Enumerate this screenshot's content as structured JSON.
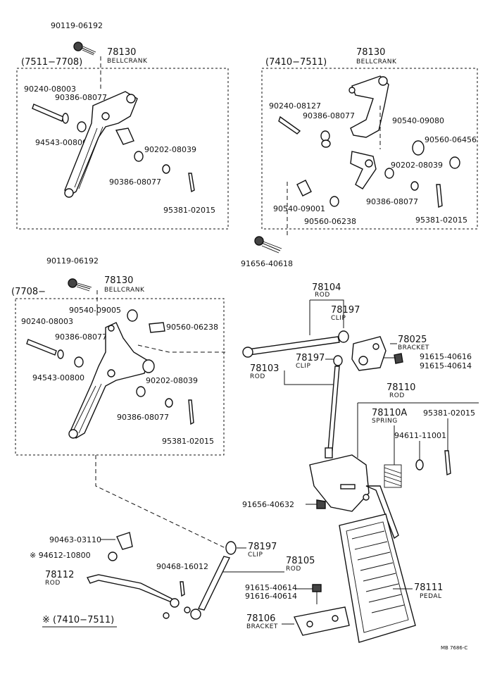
{
  "groups": {
    "g1_range": "(7511−7708)",
    "g2_range": "(7410−7511)",
    "g3_range": "(7708−",
    "note_range": "※ (7410−7511)"
  },
  "labels": {
    "a1": "90119-06192",
    "a2_no": "78130",
    "a2_name": "BELLCRANK",
    "a3": "90240-08003",
    "a4": "90386-08077",
    "a5": "94543-00800",
    "a6": "90202-08039",
    "a7": "90386-08077",
    "a8": "95381-02015",
    "b1_no": "78130",
    "b1_name": "BELLCRANK",
    "b2": "90240-08127",
    "b3": "90386-08077",
    "b4": "90540-09080",
    "b5": "90560-06456",
    "b6": "90202-08039",
    "b7": "90540-09001",
    "b8": "90386-08077",
    "b9": "90560-06238",
    "b10": "95381-02015",
    "b11": "91656-40618",
    "c1": "90119-06192",
    "c2_no": "78130",
    "c2_name": "BELLCRANK",
    "c3": "90540-09005",
    "c4": "90240-08003",
    "c5": "90560-06238",
    "c6": "90386-08077",
    "c7": "94543-00800",
    "c8": "90202-08039",
    "c9": "90386-08077",
    "c10": "95381-02015",
    "d1_no": "78104",
    "d1_name": "ROD",
    "d2_no": "78197",
    "d2_name": "CLIP",
    "d3_no": "78025",
    "d3_name": "BRACKET",
    "d4": "91615-40616",
    "d5": "91615-40614",
    "d6_no": "78197",
    "d6_name": "CLIP",
    "d7_no": "78103",
    "d7_name": "ROD",
    "d8_no": "78110",
    "d8_name": "ROD",
    "d9_no": "78110A",
    "d9_name": "SPRING",
    "d10": "95381-02015",
    "d11": "94611-11001",
    "d12": "91656-40632",
    "e1": "90463-03110",
    "e2": "※ 94612-10800",
    "e3_no": "78112",
    "e3_name": "ROD",
    "e4": "90468-16012",
    "e5_no": "78197",
    "e5_name": "CLIP",
    "e6_no": "78105",
    "e6_name": "ROD",
    "e7": "91615-40614",
    "e8": "91616-40614",
    "e9_no": "78111",
    "e9_name": "PEDAL",
    "e10_no": "78106",
    "e10_name": "BRACKET",
    "ref": "MB 7686-C"
  }
}
